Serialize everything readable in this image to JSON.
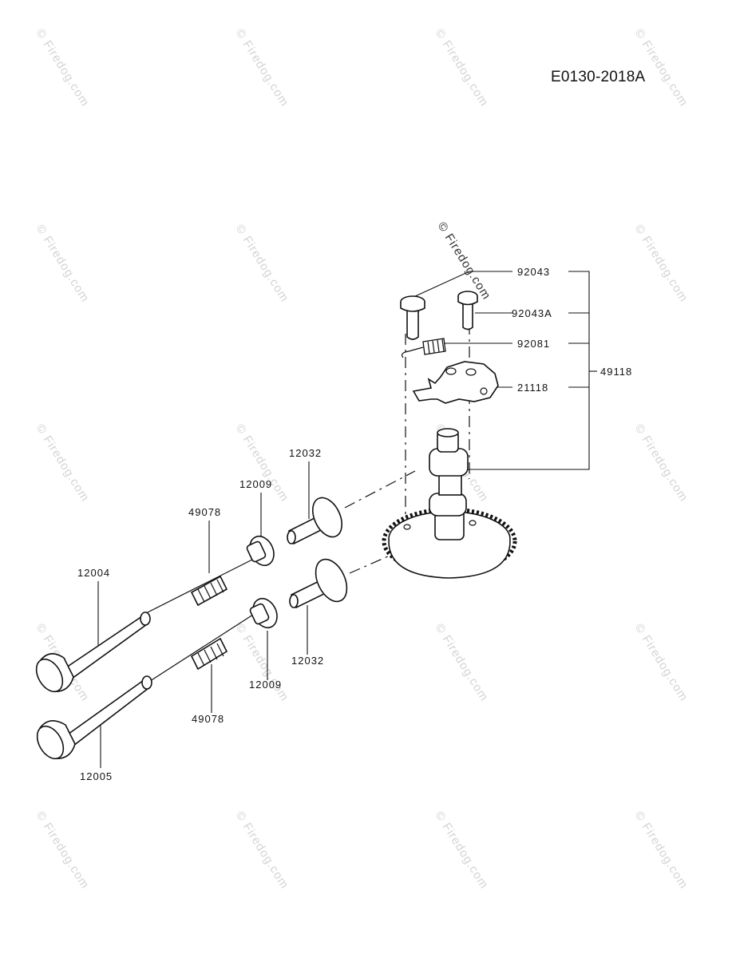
{
  "diagram_id": "E0130-2018A",
  "watermark_text": "© Firedog.com",
  "labels": {
    "p92043": "92043",
    "p92043a": "92043A",
    "p92081": "92081",
    "p21118": "21118",
    "p49118": "49118",
    "p12032_top": "12032",
    "p12009_top": "12009",
    "p49078_top": "49078",
    "p12004": "12004",
    "p12032_bottom": "12032",
    "p12009_bottom": "12009",
    "p49078_bottom": "49078",
    "p12005": "12005"
  }
}
